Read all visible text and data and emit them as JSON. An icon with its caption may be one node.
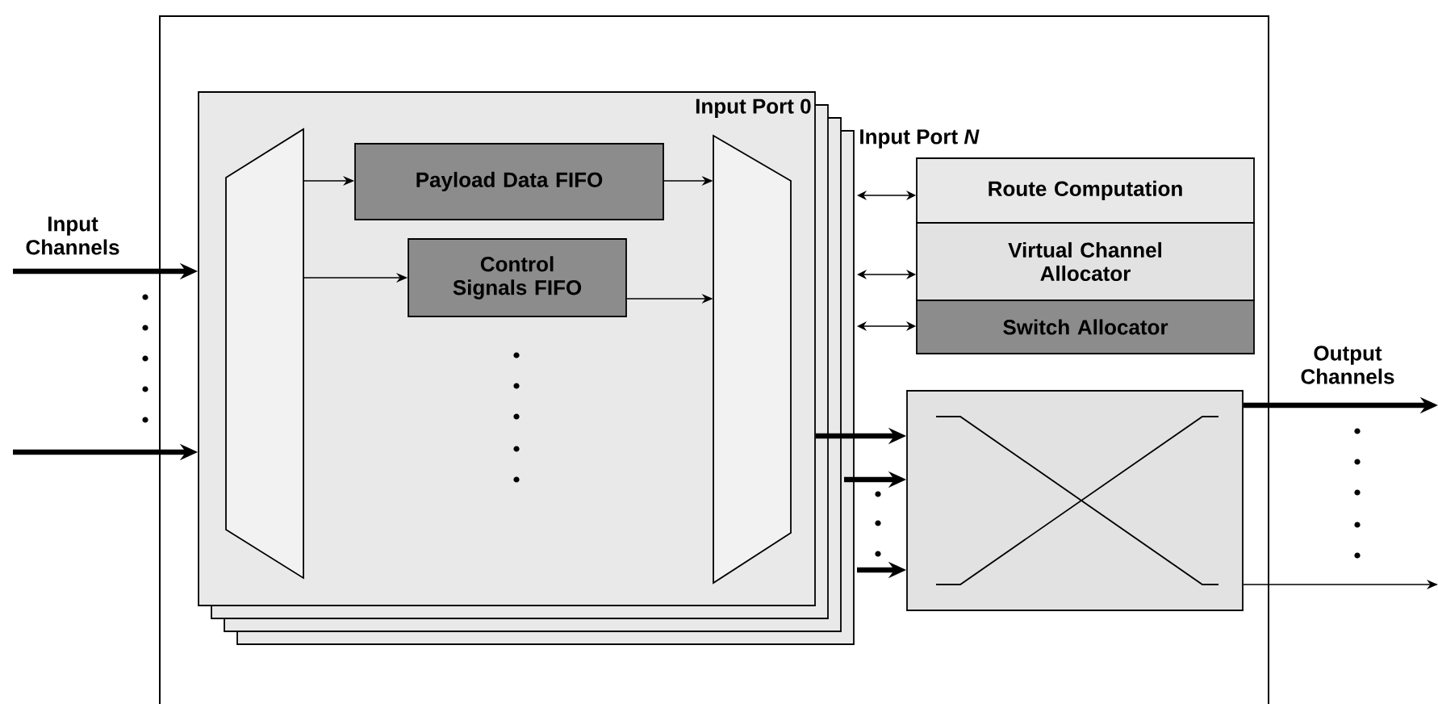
{
  "diagram": {
    "nodes": [
      {
        "text": [
          "Input Port 0"
        ]
      },
      {
        "text": [],
        "shape": "trapezoid",
        "in": 0
      },
      {
        "text": [
          "Payload Data FIFO"
        ],
        "in": 0
      },
      {
        "text": [
          "Control Signals FIFO"
        ],
        "in": 0
      },
      {
        "text": [],
        "shape": "trapezoid",
        "in": 0
      },
      {
        "text": [
          "Route Computation"
        ]
      },
      {
        "text": [
          "Virtual Channel Allocator"
        ]
      },
      {
        "text": [
          "Switch Allocator"
        ]
      },
      {
        "text": [],
        "shape": "box"
      }
    ],
    "edges": [
      {
        "from": null,
        "to": 0,
        "arrow": "to",
        "style": "thick"
      },
      {
        "from": null,
        "to": 0,
        "arrow": "to",
        "style": "thick"
      },
      {
        "from": 1,
        "to": 2,
        "arrow": "to"
      },
      {
        "from": 1,
        "to": 3,
        "arrow": "to"
      },
      {
        "from": 2,
        "to": 4,
        "arrow": "to"
      },
      {
        "from": 3,
        "to": 4,
        "arrow": "to"
      },
      {
        "from": null,
        "to": 5,
        "arrow": "both"
      },
      {
        "from": null,
        "to": 6,
        "arrow": "both"
      },
      {
        "from": null,
        "to": 7,
        "arrow": "both"
      },
      {
        "from": 0,
        "to": 8,
        "arrow": "to",
        "style": "thick"
      },
      {
        "from": null,
        "to": 8,
        "arrow": "to",
        "style": "thick"
      },
      {
        "from": null,
        "to": 8,
        "arrow": "to",
        "style": "thick"
      },
      {
        "from": 8,
        "to": null,
        "arrow": "to",
        "style": "thick"
      },
      {
        "from": 8,
        "to": null,
        "arrow": "to"
      }
    ],
    "labels": [
      "Input Port *N*",
      "Input Channels",
      "Output Channels"
    ]
  }
}
